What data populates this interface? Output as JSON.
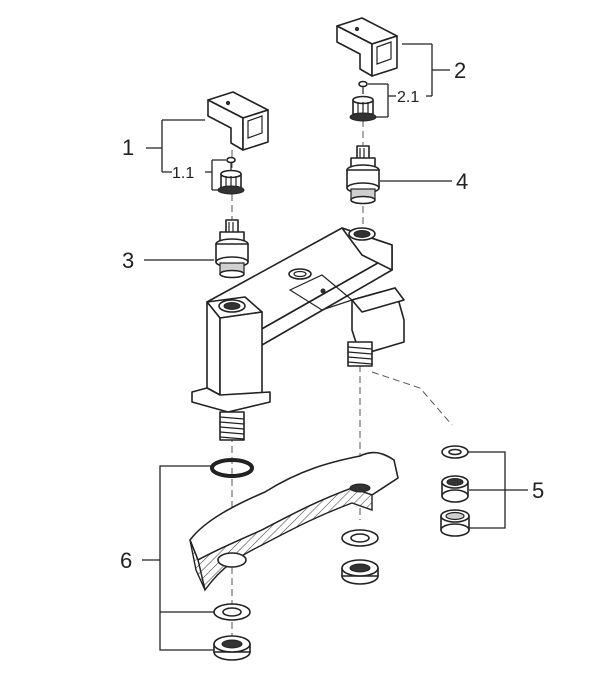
{
  "callouts": {
    "c1": "1",
    "c1_1": "1.1",
    "c2": "2",
    "c2_1": "2.1",
    "c3": "3",
    "c4": "4",
    "c5": "5",
    "c6": "6"
  }
}
